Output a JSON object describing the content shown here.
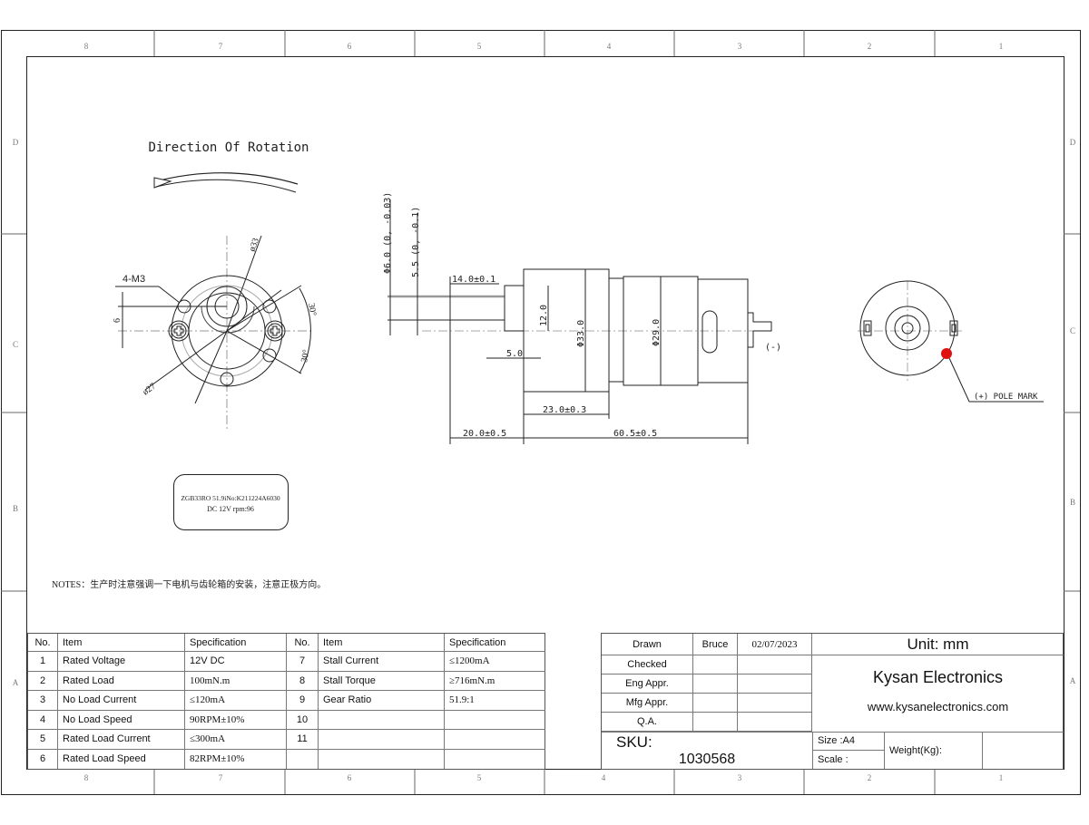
{
  "frame": {
    "zone_numbers": [
      "8",
      "7",
      "6",
      "5",
      "4",
      "3",
      "2",
      "1"
    ],
    "zone_letters": [
      "D",
      "C",
      "B",
      "A"
    ]
  },
  "drawing": {
    "rotation_title": "Direction Of Rotation",
    "front_view": {
      "hole_label": "4-M3",
      "dim_6": "6",
      "dim_d33": "ø33",
      "dim_d27": "ø27",
      "angle_top": "30°",
      "angle_bottom": "30°"
    },
    "side_view": {
      "shaft_dia": "Φ6.0 (0, -0.03)",
      "flat": "5.5 (0, -0.1)",
      "flat_length": "14.0±0.1",
      "boss_height": "12.0",
      "boss_length": "5.0",
      "gearbox_dia": "Φ33.0",
      "motor_dia": "Φ29.0",
      "gearbox_length": "23.0±0.3",
      "shaft_length": "20.0±0.5",
      "body_length": "60.5±0.5",
      "negative": "(-)"
    },
    "rear_view": {
      "pole_mark": "(+) POLE MARK",
      "pole_color": "#e01010"
    },
    "label_plate": {
      "line1": "ZGB33RO 51.9iNo:K211224A6030",
      "line2": "DC 12V   rpm:96"
    },
    "notes": "NOTES：生产时注意强调一下电机与齿轮箱的安装，注意正极方向。"
  },
  "spec_table": {
    "headers": [
      "No.",
      "Item",
      "Specification",
      "No.",
      "Item",
      "Specification"
    ],
    "rows": [
      {
        "no1": "1",
        "item1": "Rated Voltage",
        "spec1": "12V DC",
        "no2": "7",
        "item2": "Stall Current",
        "spec2": "≤1200mA"
      },
      {
        "no1": "2",
        "item1": "Rated Load",
        "spec1": "100mN.m",
        "no2": "8",
        "item2": "Stall Torque",
        "spec2": "≥716mN.m"
      },
      {
        "no1": "3",
        "item1": "No Load Current",
        "spec1": "≤120mA",
        "no2": "9",
        "item2": "Gear Ratio",
        "spec2": "51.9:1"
      },
      {
        "no1": "4",
        "item1": "No Load Speed",
        "spec1": "90RPM±10%",
        "no2": "10",
        "item2": "",
        "spec2": ""
      },
      {
        "no1": "5",
        "item1": "Rated Load Current",
        "spec1": "≤300mA",
        "no2": "11",
        "item2": "",
        "spec2": ""
      },
      {
        "no1": "6",
        "item1": "Rated Load Speed",
        "spec1": "82RPM±10%",
        "no2": "",
        "item2": "",
        "spec2": ""
      }
    ]
  },
  "title_block": {
    "drawn_label": "Drawn",
    "drawn_by": "Bruce",
    "drawn_date": "02/07/2023",
    "checked_label": "Checked",
    "eng_label": "Eng Appr.",
    "mfg_label": "Mfg Appr.",
    "qa_label": "Q.A.",
    "unit": "Unit: mm",
    "company": "Kysan Electronics",
    "website": "www.kysanelectronics.com",
    "sku_label": "SKU:",
    "sku": "1030568",
    "size": "Size :A4",
    "scale": "Scale :",
    "weight": "Weight(Kg):"
  }
}
